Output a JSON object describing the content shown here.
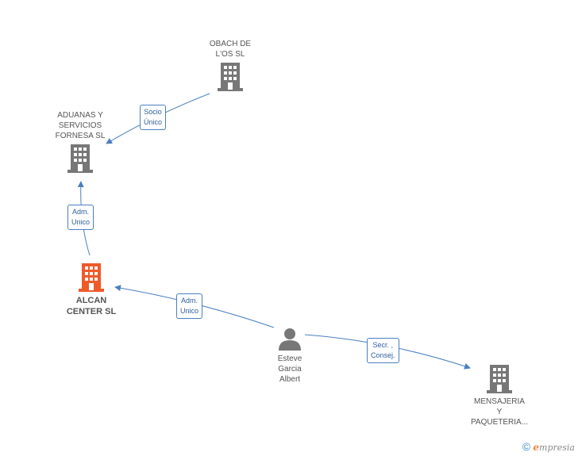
{
  "nodes": {
    "obach": {
      "label": "OBACH DE\nL'OS SL"
    },
    "aduanas": {
      "label": "ADUANAS Y\nSERVICIOS\nFORNESA SL"
    },
    "alcan": {
      "label": "ALCAN\nCENTER SL"
    },
    "esteve": {
      "label": "Esteve\nGarcia\nAlbert"
    },
    "mensajeria": {
      "label": "MENSAJERIA\nY\nPAQUETERIA..."
    }
  },
  "relations": {
    "socio_unico": "Socio\nÚnico",
    "adm_unico_1": "Adm.\nUnico",
    "adm_unico_2": "Adm.\nUnico",
    "secr_consej": "Secr. ,\nConsej."
  },
  "footer": {
    "copyright": "©",
    "brand_e": "e",
    "brand_rest": "mpresia"
  },
  "colors": {
    "main": "#f05a28",
    "company": "#777777",
    "person": "#777777",
    "edge": "#4a7fc1"
  }
}
